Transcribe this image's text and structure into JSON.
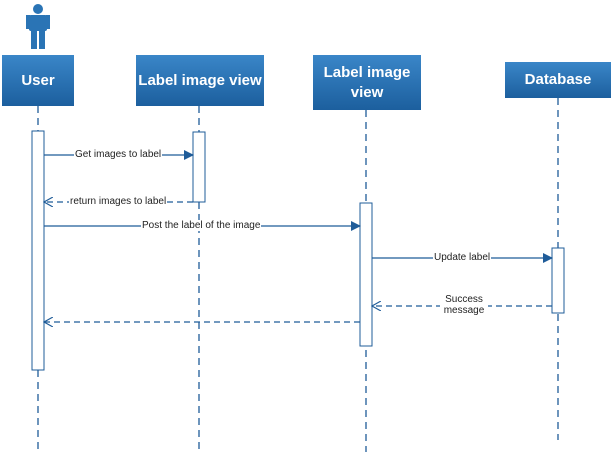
{
  "participants": [
    {
      "id": "user",
      "label": "User"
    },
    {
      "id": "label-image-view-1",
      "label": "Label image view"
    },
    {
      "id": "label-image-view-2",
      "label": "Label image view"
    },
    {
      "id": "database",
      "label": "Database"
    }
  ],
  "messages": [
    {
      "from": "user",
      "to": "label-image-view-1",
      "label": "Get images to label",
      "style": "solid"
    },
    {
      "from": "label-image-view-1",
      "to": "user",
      "label": "return images to label",
      "style": "dashed"
    },
    {
      "from": "user",
      "to": "label-image-view-2",
      "label": "Post the label of the image",
      "style": "solid"
    },
    {
      "from": "label-image-view-2",
      "to": "database",
      "label": "Update label",
      "style": "solid"
    },
    {
      "from": "database",
      "to": "label-image-view-2",
      "label": "Success message",
      "style": "dashed"
    },
    {
      "from": "label-image-view-2",
      "to": "user",
      "label": "",
      "style": "dashed"
    }
  ],
  "colors": {
    "header": "#2a74b5",
    "lifeline": "#1f5c99",
    "activation_border": "#1f5c99"
  },
  "icons": {
    "actor": "user-figure-icon"
  }
}
